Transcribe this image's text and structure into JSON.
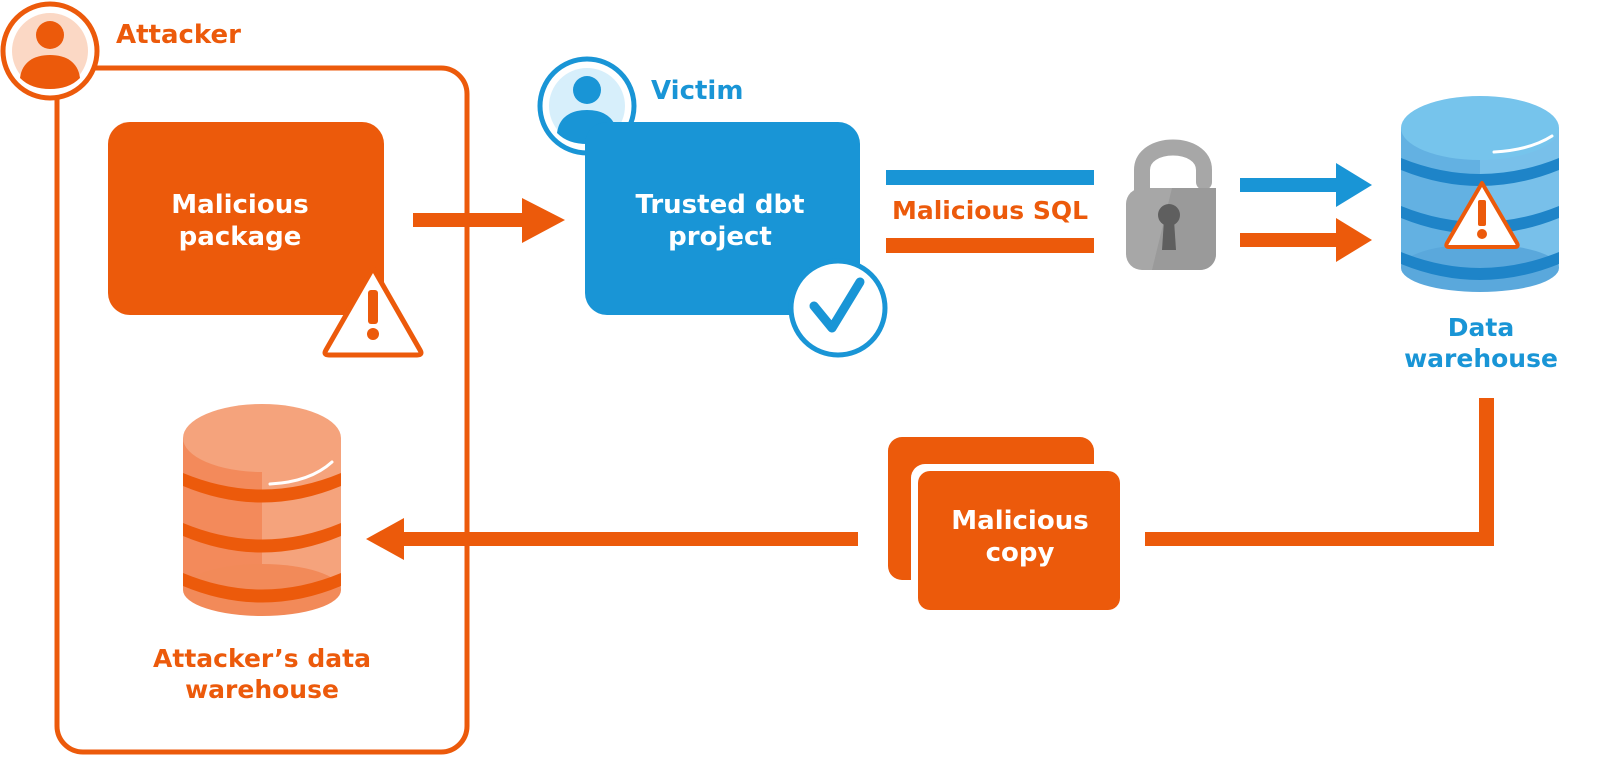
{
  "colors": {
    "attacker": "#ec5a0b",
    "attacker_light": "#f4a47c",
    "victim": "#1995d6",
    "victim_light": "#76c4ec",
    "lock": "#a7a7a7",
    "lock_dark": "#5f5f5f"
  },
  "attacker": {
    "label": "Attacker",
    "avatar_icon": "person-icon"
  },
  "victim": {
    "label": "Victim",
    "avatar_icon": "person-icon"
  },
  "malicious_package": {
    "line1": "Malicious",
    "line2": "package",
    "badge_icon": "warning-icon"
  },
  "trusted_project": {
    "line1": "Trusted dbt",
    "line2": "project",
    "badge_icon": "checkmark-icon"
  },
  "sql_flow": {
    "label": "Malicious SQL",
    "lock_icon": "unlocked-padlock-icon"
  },
  "data_warehouse": {
    "line1": "Data",
    "line2": "warehouse",
    "icon": "database-icon",
    "badge_icon": "warning-icon"
  },
  "malicious_copy": {
    "line1": "Malicious",
    "line2": "copy"
  },
  "attacker_warehouse": {
    "line1": "Attacker’s data",
    "line2": "warehouse",
    "icon": "database-icon"
  }
}
